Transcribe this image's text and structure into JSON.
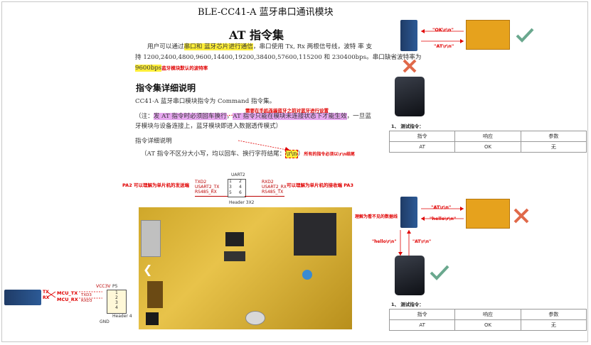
{
  "doc": {
    "title": "BLE-CC41-A 蓝牙串口通讯模块",
    "heading1": "AT 指令集",
    "intro": {
      "prefix": "用户可以通过",
      "highlight": "串口和 蓝牙芯片进行通信",
      "mid": "，串口使用 Tx, Rx 两根信号线，波特 率 支",
      "line2": "持 1200,2400,4800,9600,14400,19200,38400,57600,115200 和 230400bps。串口缺省波特率为",
      "baud": "9600bps",
      "baud_note": "蓝牙模块默认的波特率"
    },
    "heading2": "指令集详细说明",
    "para1": "CC41-A 蓝牙串口模块指令为 Command 指令集。",
    "note_red": "需要在手机连接蓝牙之前对蓝牙进行设置",
    "para2": {
      "prefix": "（注：",
      "hl1": "发 AT 指令时必须回车换行",
      "sep": "，",
      "hl2": "AT 指令只能在模块未连接状态下才能生效",
      "suffix": "，一旦蓝",
      "line2": "牙模块与设备连接上，蓝牙模块即进入数据透传模式）"
    },
    "para3": "指令详细说明",
    "para4": {
      "text": "（AT 指令不区分大小写，均以回车、换行字符结尾：",
      "code": "\\r\\n",
      "suffix": "）",
      "note": "所有的指令必须以\\r\\n结尾"
    },
    "schematic": {
      "title": "UART2",
      "left_pins": [
        "TXD2",
        "USART2_TX",
        "RS485_RX"
      ],
      "right_pins": [
        "RXD2",
        "USART2_RX",
        "RS485_TX"
      ],
      "pin_numbers": [
        "1",
        "2",
        "3",
        "4",
        "5",
        "6"
      ],
      "footer": "Header 3X2",
      "label_left": "PA2 可以理解为单片机的发送端",
      "label_right": "可以理解为单片机的接收端 PA3"
    },
    "header4": {
      "vcc": "VCC3V",
      "ref": "P5",
      "pins": [
        "1",
        "2",
        "3",
        "4"
      ],
      "txd": "TXD3",
      "rxd": "RXD3",
      "name": "Header 4",
      "gnd": "GND",
      "tx": "TX",
      "rx": "RX",
      "mcu_tx": "MCU_TX",
      "mcu_rx": "MCU_RX"
    },
    "arrow_left": "❮"
  },
  "right": {
    "top": {
      "ok_label": "\"OK\\r\\n\"",
      "at_label": "\"AT\\r\\n\"",
      "test_title": "1、 测试指令：",
      "headers": [
        "指令",
        "响应",
        "参数"
      ],
      "row": [
        "AT",
        "OK",
        "无"
      ]
    },
    "bottom": {
      "at_label": "\"AT\\r\\n\"",
      "hello_label": "\"hello\\r\\n\"",
      "hello_left": "\"hello\\r\\n\"",
      "at_right": "\"AT\\r\\n\"",
      "note": "理解为看不见的数据线",
      "test_title": "1、 测试指令：",
      "headers": [
        "指令",
        "响应",
        "参数"
      ],
      "row": [
        "AT",
        "OK",
        "无"
      ]
    }
  },
  "colors": {
    "accent_red": "#e00000",
    "check_green": "#6aa88e",
    "cross_orange": "#e0694a",
    "highlight_yellow": "#ffef3a",
    "highlight_magenta": "#e7a7f0"
  }
}
